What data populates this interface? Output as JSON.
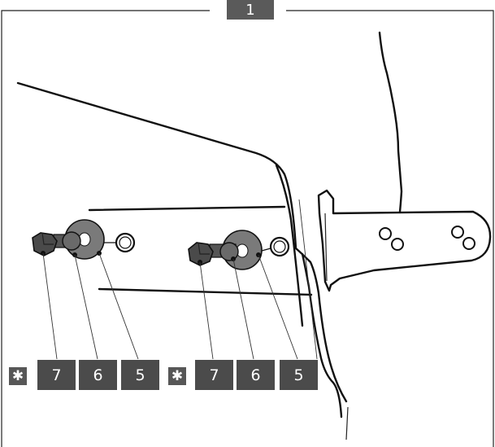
{
  "step_label": "1",
  "callouts": {
    "group_left": {
      "marker": "✱",
      "labels": [
        "7",
        "6",
        "5"
      ]
    },
    "group_right": {
      "marker": "✱",
      "labels": [
        "7",
        "6",
        "5"
      ]
    }
  },
  "colors": {
    "callout_box": "#4b4b4b",
    "washer": "#7a7a7a",
    "bolt": "#555555",
    "line": "#111111"
  }
}
